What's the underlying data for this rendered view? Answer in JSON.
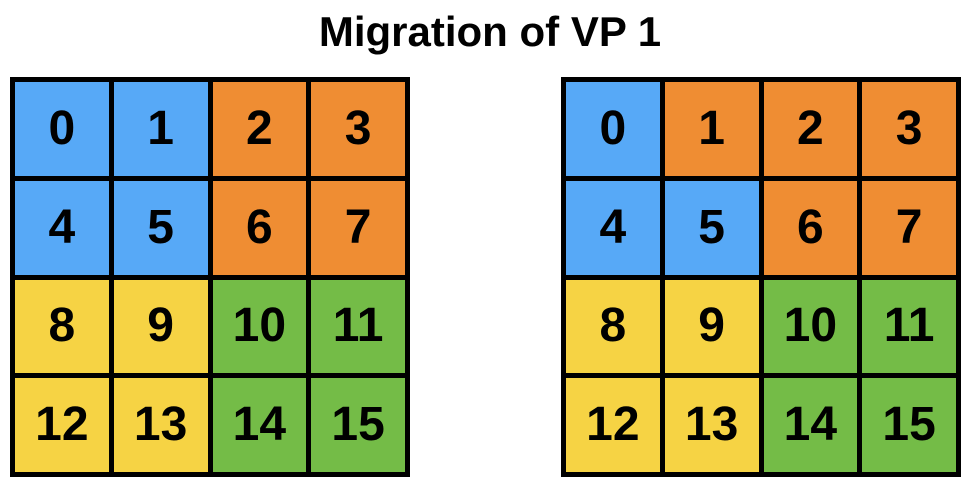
{
  "title": "Migration of VP 1",
  "colors": {
    "blue": "#57a9f7",
    "orange": "#ef8d33",
    "yellow": "#f6d344",
    "green": "#74bc47"
  },
  "grids": [
    {
      "cells": [
        {
          "label": "0",
          "color": "blue"
        },
        {
          "label": "1",
          "color": "blue"
        },
        {
          "label": "2",
          "color": "orange"
        },
        {
          "label": "3",
          "color": "orange"
        },
        {
          "label": "4",
          "color": "blue"
        },
        {
          "label": "5",
          "color": "blue"
        },
        {
          "label": "6",
          "color": "orange"
        },
        {
          "label": "7",
          "color": "orange"
        },
        {
          "label": "8",
          "color": "yellow"
        },
        {
          "label": "9",
          "color": "yellow"
        },
        {
          "label": "10",
          "color": "green"
        },
        {
          "label": "11",
          "color": "green"
        },
        {
          "label": "12",
          "color": "yellow"
        },
        {
          "label": "13",
          "color": "yellow"
        },
        {
          "label": "14",
          "color": "green"
        },
        {
          "label": "15",
          "color": "green"
        }
      ]
    },
    {
      "cells": [
        {
          "label": "0",
          "color": "blue"
        },
        {
          "label": "1",
          "color": "orange"
        },
        {
          "label": "2",
          "color": "orange"
        },
        {
          "label": "3",
          "color": "orange"
        },
        {
          "label": "4",
          "color": "blue"
        },
        {
          "label": "5",
          "color": "blue"
        },
        {
          "label": "6",
          "color": "orange"
        },
        {
          "label": "7",
          "color": "orange"
        },
        {
          "label": "8",
          "color": "yellow"
        },
        {
          "label": "9",
          "color": "yellow"
        },
        {
          "label": "10",
          "color": "green"
        },
        {
          "label": "11",
          "color": "green"
        },
        {
          "label": "12",
          "color": "yellow"
        },
        {
          "label": "13",
          "color": "yellow"
        },
        {
          "label": "14",
          "color": "green"
        },
        {
          "label": "15",
          "color": "green"
        }
      ]
    }
  ]
}
